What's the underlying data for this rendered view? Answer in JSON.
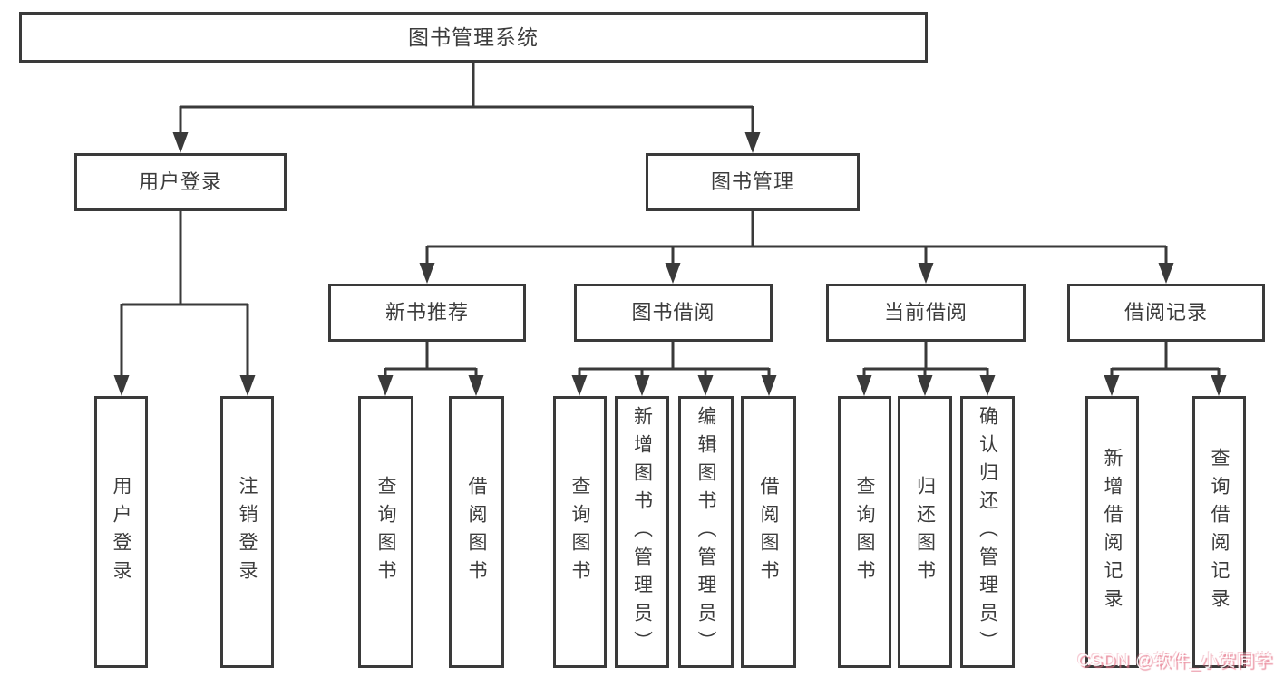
{
  "nodes": {
    "root": {
      "label": "图书管理系统"
    },
    "user_login": {
      "label": "用户登录"
    },
    "book_mgmt": {
      "label": "图书管理"
    },
    "new_book_rec": {
      "label": "新书推荐"
    },
    "book_borrow": {
      "label": "图书借阅"
    },
    "current_borrow": {
      "label": "当前借阅"
    },
    "borrow_record": {
      "label": "借阅记录"
    },
    "ul_login": {
      "label": "用户登录"
    },
    "ul_logout": {
      "label": "注销登录"
    },
    "nb_query": {
      "label": "查询图书"
    },
    "nb_borrow": {
      "label": "借阅图书"
    },
    "bb_query": {
      "label": "查询图书"
    },
    "bb_add": {
      "label": "新增图书（管理员）"
    },
    "bb_edit": {
      "label": "编辑图书（管理员）"
    },
    "bb_borrow": {
      "label": "借阅图书"
    },
    "cb_query": {
      "label": "查询图书"
    },
    "cb_return": {
      "label": "归还图书"
    },
    "cb_confirm": {
      "label": "确认归还（管理员）"
    },
    "br_add": {
      "label": "新增借阅记录"
    },
    "br_query": {
      "label": "查询借阅记录"
    }
  },
  "structure": {
    "图书管理系统": [
      "用户登录",
      "图书管理"
    ],
    "用户登录": [
      "用户登录",
      "注销登录"
    ],
    "图书管理": [
      "新书推荐",
      "图书借阅",
      "当前借阅",
      "借阅记录"
    ],
    "新书推荐": [
      "查询图书",
      "借阅图书"
    ],
    "图书借阅": [
      "查询图书",
      "新增图书（管理员）",
      "编辑图书（管理员）",
      "借阅图书"
    ],
    "当前借阅": [
      "查询图书",
      "归还图书",
      "确认归还（管理员）"
    ],
    "借阅记录": [
      "新增借阅记录",
      "查询借阅记录"
    ]
  },
  "watermark": {
    "text": "CSDN @软件_小贺同学"
  },
  "colors": {
    "line": "#3a3a3a",
    "text": "#3c3c3c",
    "box_background": "#ffffff",
    "page_background": "#ffffff",
    "watermark_pink": "#e47086"
  }
}
